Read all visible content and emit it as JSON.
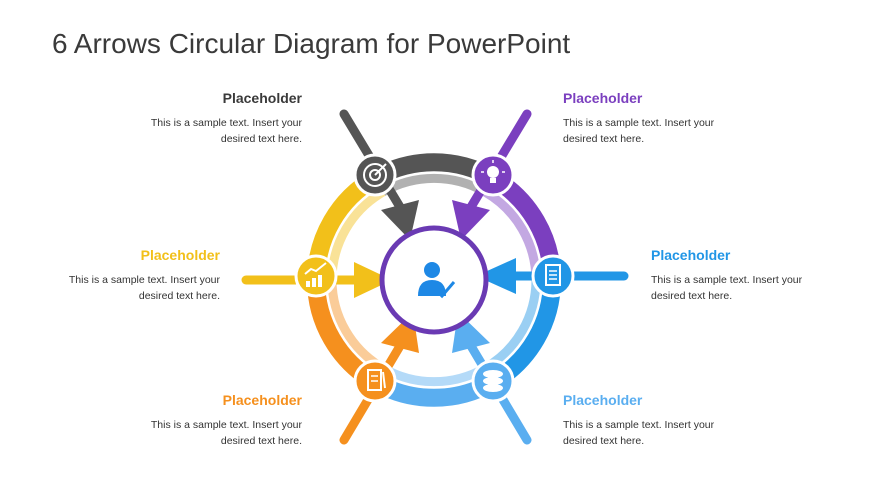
{
  "title": "6 Arrows Circular Diagram for PowerPoint",
  "colors": {
    "dark": "#555555",
    "purple": "#7b3fbf",
    "blue": "#2196e6",
    "lightblue": "#5aaef0",
    "orange": "#f5901e",
    "yellow": "#f2c01a",
    "center": "#6a3ab3",
    "icon_blue": "#1e88e5"
  },
  "blocks": [
    {
      "id": "top-left",
      "heading": "Placeholder",
      "line1": "This is a sample text. Insert your",
      "line2": "desired text here.",
      "color": "#3a3a3a"
    },
    {
      "id": "top-right",
      "heading": "Placeholder",
      "line1": "This is a sample text. Insert your",
      "line2": "desired text here.",
      "color": "#7b3fbf"
    },
    {
      "id": "mid-left",
      "heading": "Placeholder",
      "line1": "This is a sample text. Insert your",
      "line2": "desired text here.",
      "color": "#f2c01a"
    },
    {
      "id": "mid-right",
      "heading": "Placeholder",
      "line1": "This is a sample text. Insert your",
      "line2": "desired text here.",
      "color": "#2196e6"
    },
    {
      "id": "bottom-left",
      "heading": "Placeholder",
      "line1": "This is a sample text. Insert your",
      "line2": "desired text here.",
      "color": "#f5901e"
    },
    {
      "id": "bottom-right",
      "heading": "Placeholder",
      "line1": "This is a sample text. Insert your",
      "line2": "desired text here.",
      "color": "#5aaef0"
    }
  ],
  "icons": [
    "target-icon",
    "lightbulb-icon",
    "document-icon",
    "coins-icon",
    "notepad-icon",
    "growth-chart-icon",
    "user-check-icon"
  ]
}
